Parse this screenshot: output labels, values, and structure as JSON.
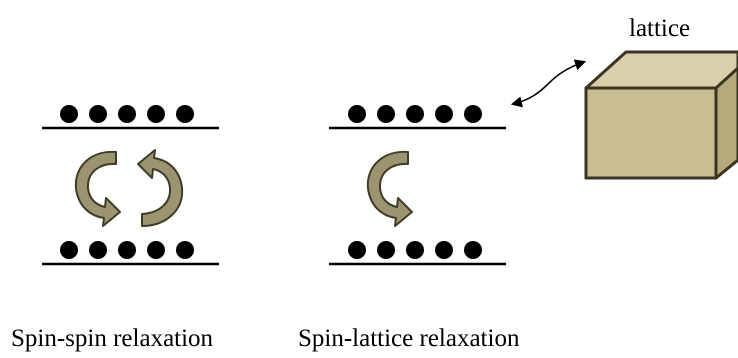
{
  "lattice_label": "lattice",
  "captions": {
    "spin_spin": "Spin-spin relaxation",
    "spin_lattice": "Spin-lattice relaxation"
  },
  "spin_levels": {
    "spins_per_level": 5
  },
  "colors": {
    "spin_dot": "#000000",
    "level_line": "#000000",
    "arrow_fill": "#9c9470",
    "arrow_outline": "#3f3c28",
    "cube_front": "#c9bd92",
    "cube_top": "#d9cfaa",
    "cube_side": "#b6a97c",
    "cube_outline": "#3a3520"
  }
}
